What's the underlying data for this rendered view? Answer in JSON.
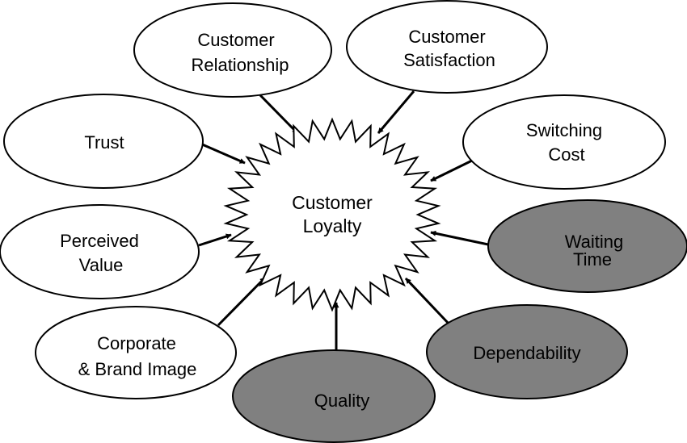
{
  "diagram": {
    "center": {
      "lines": [
        "Customer",
        "Loyalty"
      ]
    },
    "factors": [
      {
        "id": "customer-relationship",
        "lines": [
          "Customer",
          "Relationship"
        ],
        "highlighted": false
      },
      {
        "id": "customer-satisfaction",
        "lines": [
          "Customer",
          "Satisfaction"
        ],
        "highlighted": false
      },
      {
        "id": "switching-cost",
        "lines": [
          "Switching",
          "Cost"
        ],
        "highlighted": false
      },
      {
        "id": "trust",
        "lines": [
          "Trust"
        ],
        "highlighted": false
      },
      {
        "id": "perceived-value",
        "lines": [
          "Perceived",
          "Value"
        ],
        "highlighted": false
      },
      {
        "id": "waiting-time",
        "lines": [
          "Waiting",
          "Time"
        ],
        "highlighted": true
      },
      {
        "id": "corporate-brand-image",
        "lines": [
          "Corporate",
          "& Brand Image"
        ],
        "highlighted": false
      },
      {
        "id": "quality",
        "lines": [
          "Quality"
        ],
        "highlighted": true
      },
      {
        "id": "dependability",
        "lines": [
          "Dependability"
        ],
        "highlighted": true
      }
    ],
    "colors": {
      "plain_fill": "#ffffff",
      "highlight_fill": "#808080",
      "stroke": "#000000"
    }
  }
}
